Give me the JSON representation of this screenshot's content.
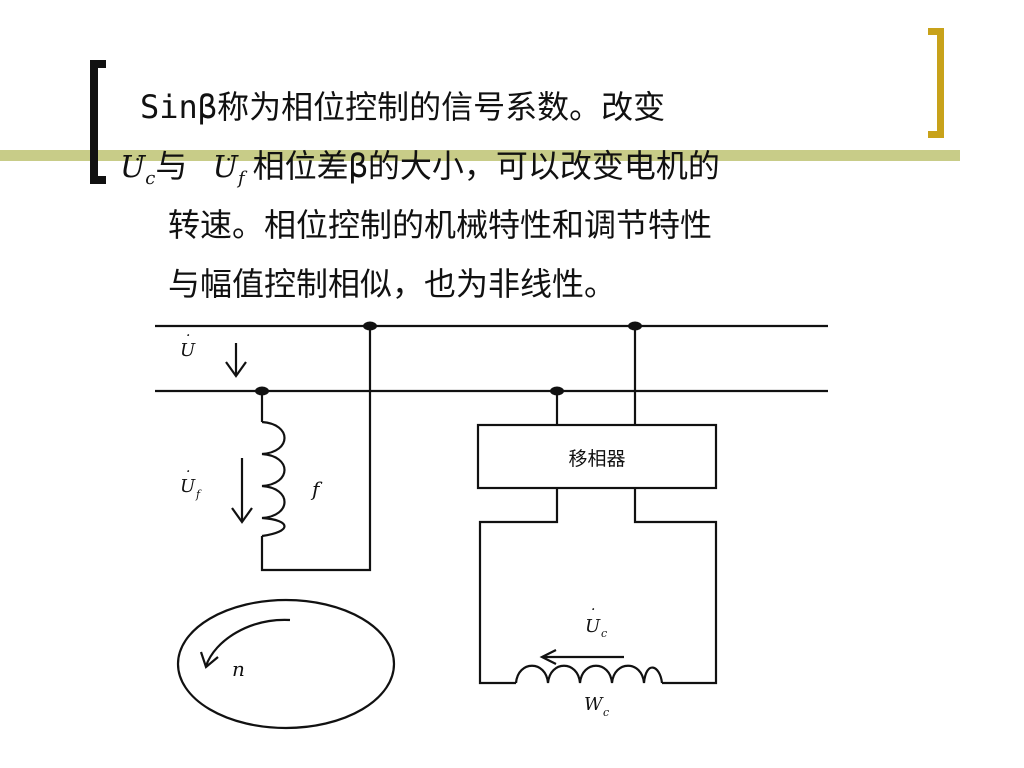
{
  "text": {
    "line1": "Sinβ称为相位控制的信号系数。改变",
    "line2_var1": "U",
    "line2_var1_sub": "c",
    "line2_mid": "与",
    "line2_var2": "U",
    "line2_var2_sub": "f",
    "line2_rest": "相位差β的大小，可以改变电机的",
    "line3": "转速。相位控制的机械特性和调节特性",
    "line4": "与幅值控制相似，也为非线性。"
  },
  "diagram": {
    "supply_voltage_label": "U",
    "field_voltage_label": "U",
    "field_voltage_sub": "f",
    "field_winding_label": "f",
    "phase_shifter_label": "移相器",
    "control_voltage_label": "U",
    "control_voltage_sub": "c",
    "control_winding_label": "W",
    "control_winding_sub": "c",
    "speed_label": "n"
  }
}
